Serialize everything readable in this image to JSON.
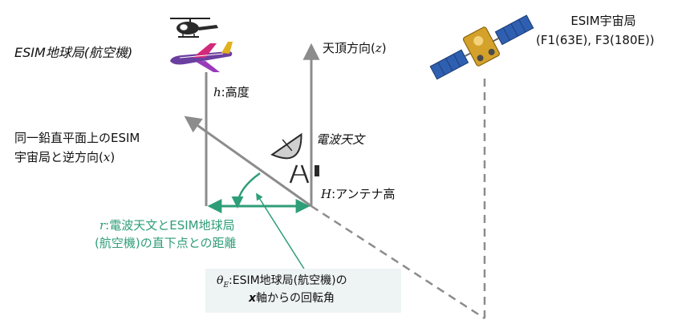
{
  "labels": {
    "esim_earth_station": "ESIM地球局(航空機)",
    "esim_space_station_line1": "ESIM宇宙局",
    "esim_space_station_line2": "(F1(63E), F3(180E))",
    "zenith_label": "天頂方向(",
    "zenith_var": "z",
    "zenith_close": ")",
    "height_var": "h",
    "height_label": ":高度",
    "opposite_line1": "同一鉛直平面上のESIM",
    "opposite_line2": "宇宙局と逆方向(",
    "opposite_var": "x",
    "opposite_close": ")",
    "radio_astronomy": "電波天文",
    "antenna_var": "H",
    "antenna_label": ":アンテナ高",
    "distance_var": "r",
    "distance_line1": ":電波天文とESIM地球局",
    "distance_line2": "(航空機)の直下点との距離",
    "angle_var": "θ",
    "angle_sub": "E",
    "angle_line1": ":ESIM地球局(航空機)の",
    "angle_var_x": "x",
    "angle_line2": "軸からの回転角"
  },
  "colors": {
    "axis_gray": "#8c8c8c",
    "accent_green": "#2e9e78",
    "note_bg": "#eef3f4",
    "text": "#111111"
  },
  "icons": [
    "helicopter-icon",
    "airplane-icon",
    "satellite-icon",
    "radio-telescope-icon"
  ]
}
